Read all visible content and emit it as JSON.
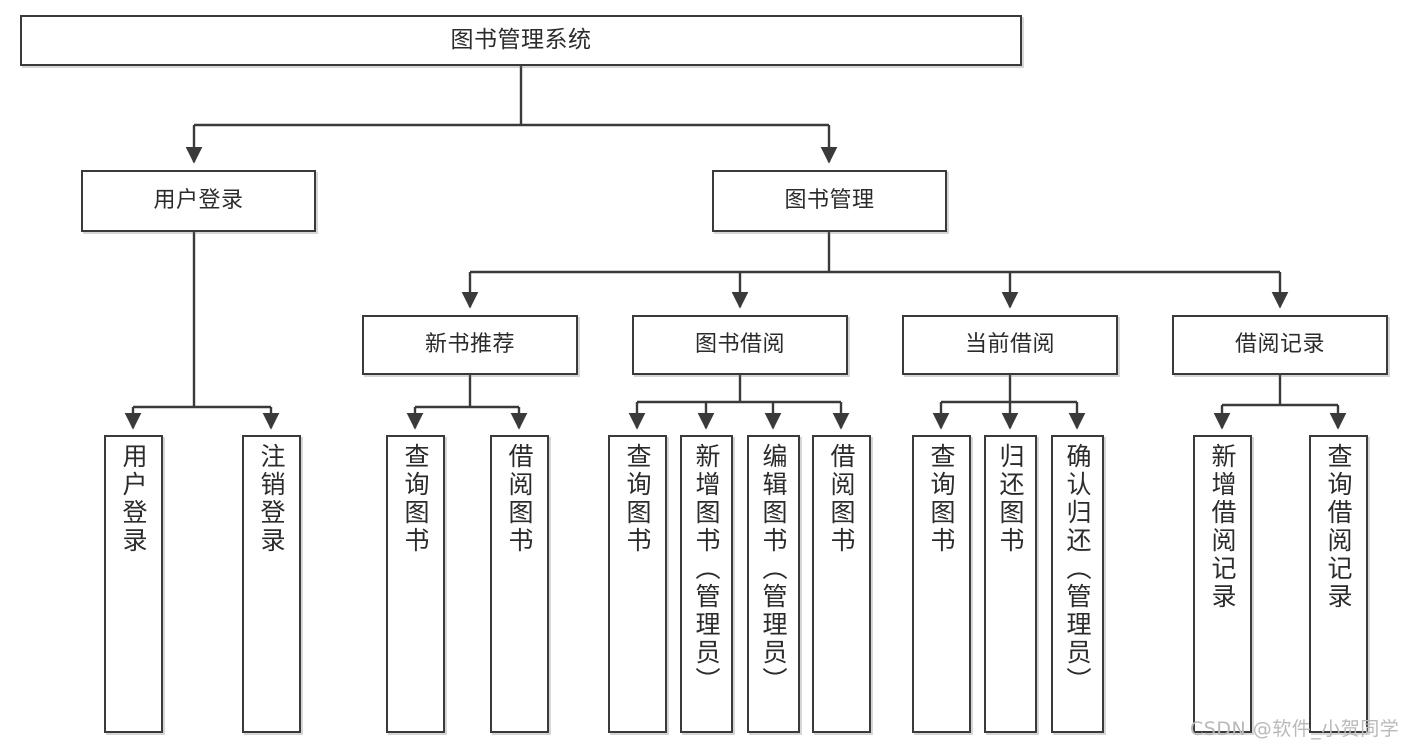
{
  "diagram": {
    "title": "图书管理系统",
    "type": "tree-hierarchy-chart",
    "watermark": "CSDN @软件_小贺同学",
    "colors": {
      "box_border": "#3a3a3a",
      "box_fill": "#ffffff",
      "text": "#2b2b2b",
      "connector": "#3a3a3a",
      "watermark": "#b9b9b9",
      "page_background": "#ffffff"
    },
    "nodes": {
      "root": {
        "label": "图书管理系统"
      },
      "level2": [
        {
          "label": "用户登录"
        },
        {
          "label": "图书管理"
        }
      ],
      "level3": [
        {
          "label": "新书推荐"
        },
        {
          "label": "图书借阅"
        },
        {
          "label": "当前借阅"
        },
        {
          "label": "借阅记录"
        }
      ],
      "leaves": {
        "user_login": [
          {
            "label": "用户登录"
          },
          {
            "label": "注销登录"
          }
        ],
        "new_book_recommend": [
          {
            "label": "查询图书"
          },
          {
            "label": "借阅图书"
          }
        ],
        "book_borrow": [
          {
            "label": "查询图书"
          },
          {
            "label": "新增图书（管理员）"
          },
          {
            "label": "编辑图书（管理员）"
          },
          {
            "label": "借阅图书"
          }
        ],
        "current_borrow": [
          {
            "label": "查询图书"
          },
          {
            "label": "归还图书"
          },
          {
            "label": "确认归还（管理员）"
          }
        ],
        "borrow_record": [
          {
            "label": "新增借阅记录"
          },
          {
            "label": "查询借阅记录"
          }
        ]
      }
    }
  }
}
